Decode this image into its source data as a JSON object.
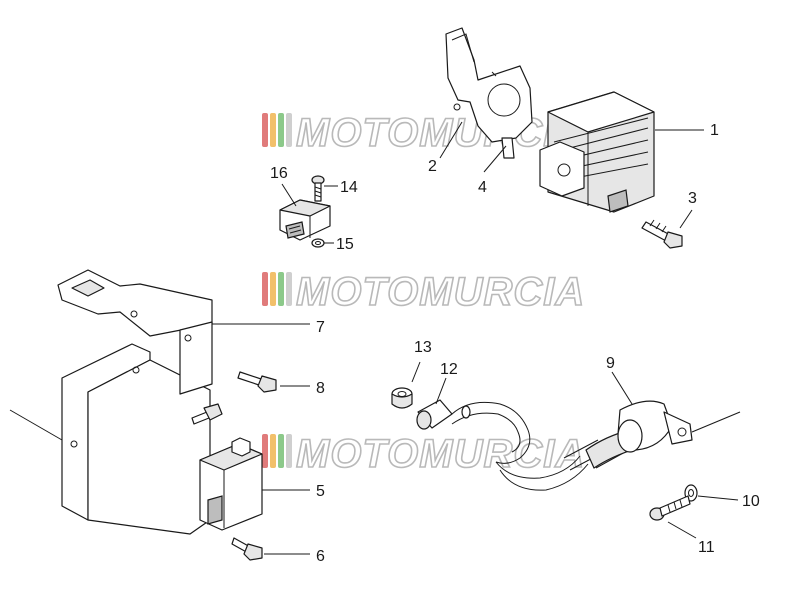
{
  "watermark": {
    "text": "MOTOMURCIA",
    "stripe_colors": [
      "#e07b7b",
      "#f2c06a",
      "#8cc98a",
      "#cfcfcf"
    ]
  },
  "callouts": {
    "c1": "1",
    "c2": "2",
    "c3": "3",
    "c4": "4",
    "c5": "5",
    "c6": "6",
    "c7": "7",
    "c8": "8",
    "c9": "9",
    "c10": "10",
    "c11": "11",
    "c12": "12",
    "c13": "13",
    "c14": "14",
    "c15": "15",
    "c16": "16"
  }
}
